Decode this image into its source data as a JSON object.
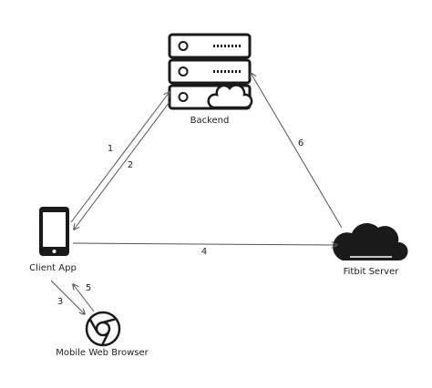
{
  "nodes": {
    "backend": {
      "label": "Backend",
      "icon": "server-cloud-icon"
    },
    "client": {
      "label": "Client App",
      "icon": "smartphone-icon"
    },
    "fitbit": {
      "label": "Fitbit Server",
      "icon": "cloud-icon"
    },
    "browser": {
      "label": "Mobile Web Browser",
      "icon": "chrome-browser-icon"
    }
  },
  "edges": [
    {
      "label": "1",
      "from": "client",
      "to": "backend"
    },
    {
      "label": "2",
      "from": "backend",
      "to": "client"
    },
    {
      "label": "3",
      "from": "client",
      "to": "browser"
    },
    {
      "label": "4",
      "from": "client",
      "to": "fitbit"
    },
    {
      "label": "5",
      "from": "browser",
      "to": "client"
    },
    {
      "label": "6",
      "from": "fitbit",
      "to": "backend"
    }
  ],
  "colors": {
    "stroke": "#555555",
    "icon": "#1a1a1a",
    "text": "#222222"
  }
}
